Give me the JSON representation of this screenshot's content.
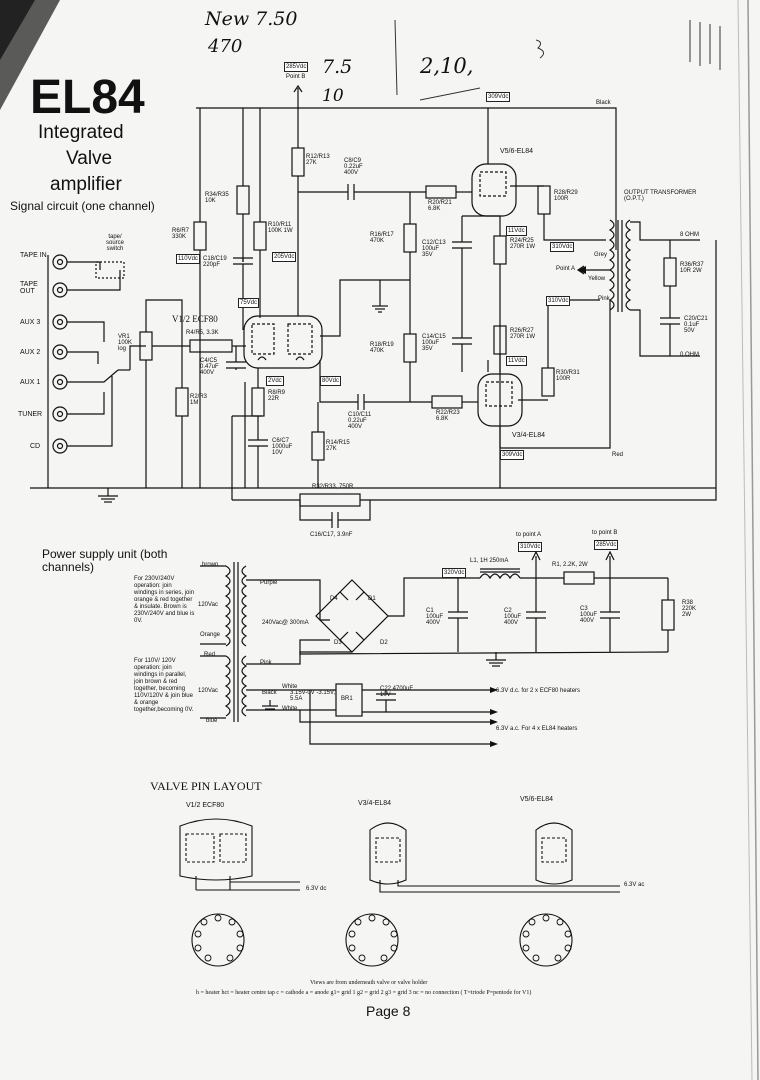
{
  "handwritten": {
    "line1": "New 7.50",
    "line2": "470",
    "line3": "7.5",
    "line4": "10",
    "line5": "2,10,"
  },
  "header": {
    "title": "EL84",
    "sub1": "Integrated",
    "sub2": "Valve",
    "sub3": "amplifier",
    "sub4": "Signal circuit (one channel)"
  },
  "inputs": {
    "tape_in": "TAPE IN",
    "tape_out": "TAPE OUT",
    "aux3": "AUX 3",
    "aux2": "AUX 2",
    "aux1": "AUX 1",
    "tuner": "TUNER",
    "cd": "CD",
    "switch": "tape/ source switch"
  },
  "components": {
    "vr1": "VR1 100K log",
    "r4": "R4/R5, 3.3K",
    "r2": "R2/R3 1M",
    "c4": "C4/C5 0.47uF 400V",
    "r6": "R6/R7 330K",
    "r34": "R34/R35 10K",
    "r10": "R10/R11 100K 1W",
    "c18": "C18/C19 220pF",
    "r12": "R12/R13 27K",
    "c8": "C8/C9 0.22uF 400V",
    "r20": "R20/R21 6.8K",
    "r16": "R16/R17 470K",
    "c12": "C12/C13 100uF 35V",
    "r24": "R24/R25 270R 1W",
    "r28": "R28/R29 100R",
    "r18": "R18/R19 470K",
    "c14": "C14/C15 100uF 35V",
    "r26": "R26/R27 270R 1W",
    "r30": "R30/R31 100R",
    "r8": "R8/R9 22R",
    "c6": "C6/C7 1000uF 10V",
    "c10": "C10/C11 0.22uF 400V",
    "r22": "R22/R23 6.8K",
    "r14": "R14/R15 27K",
    "r32": "R32/R33, 750R",
    "c16": "C16/C17, 3.9nF",
    "r36": "R36/R37 10R 2W",
    "c20": "C20/C21 0.1uF 50V"
  },
  "valves": {
    "v12": "V1/2 ECF80",
    "v34": "V3/4-EL84",
    "v56": "V5/6-EL84"
  },
  "voltages": {
    "v285": "285Vdc",
    "pointb": "Point B",
    "v309": "309Vdc",
    "v110": "110Vdc",
    "v205": "205Vdc",
    "v75": "75Vdc",
    "v2": "2Vdc",
    "v80": "80Vdc",
    "v11a": "11Vdc",
    "v11b": "11Vdc",
    "v310a": "310Vdc",
    "v310b": "310Vdc",
    "v309b": "309Vdc"
  },
  "opt": {
    "title": "OUTPUT TRANSFORMER (O.P.T.)",
    "black": "Black",
    "grey": "Grey",
    "yellow": "Yellow",
    "pink": "Pink",
    "red": "Red",
    "pointa": "Point A",
    "ohm8": "8 OHM",
    "ohm0": "0 OHM"
  },
  "psu": {
    "title": "Power supply unit (both channels)",
    "note230": "For 230V/240V operation: join windings in series, join orange & red together & insulate. Brown is 230V/240V and blue is 0V.",
    "note110": "For 110V/ 120V operation: join windings in parallel, join brown & red together, becoming 110V/120V & join blue & orange together,becoming 0V.",
    "brown": "brown",
    "orange": "Orange",
    "red": "Red",
    "blue": "blue",
    "v120a": "120Vac",
    "v120b": "120Vac",
    "purple": "Purple",
    "pink": "Pink",
    "black": "Black",
    "white1": "White",
    "white2": "White",
    "sec": "240Vac@ 300mA",
    "heater": "3.15V-0V -3.15V, 5.5A",
    "br1": "BR1",
    "c22": "C22 4700uF 10V",
    "d1": "D1",
    "d2": "D2",
    "d3": "D3",
    "d4": "D4",
    "v320": "320Vdc",
    "l1": "L1, 1H 250mA",
    "r1": "R1, 2.2K, 2W",
    "topointa": "to point A",
    "v310": "310Vdc",
    "topointb": "to point B",
    "v285": "285Vdc",
    "c1": "C1 100uF 400V",
    "c2": "C2 100uF 400V",
    "c3": "C3 100uF 400V",
    "r38": "R38 220K 2W",
    "dc": "6.3V d.c. for 2 x ECF80 heaters",
    "ac": "6.3V a.c. For 4 x EL84 heaters"
  },
  "pins": {
    "title": "VALVE PIN LAYOUT",
    "ecf": "V1/2 ECF80",
    "el34": "V3/4-EL84",
    "el56": "V5/6-EL84",
    "dc": "6.3V dc",
    "ac": "6.3V ac",
    "note1": "Views are from underneath valve or valve holder",
    "note2": "h = heater  hct = heater centre tap  c = cathode  a = anode  g1= grid 1  g2 = grid 2  g3 = grid 3  nc = no connection ( T=triode  P=pentode for V1)"
  },
  "page": "Page 8"
}
